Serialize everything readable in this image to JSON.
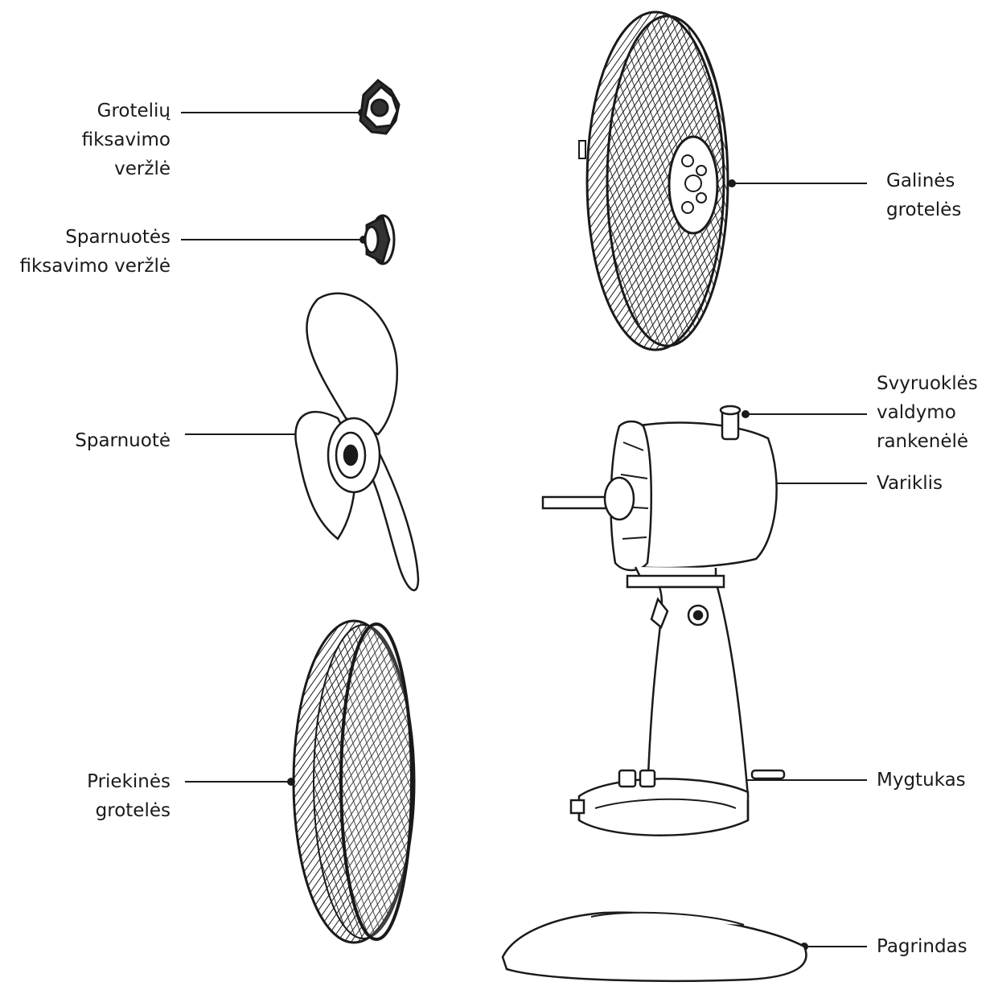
{
  "labels": {
    "grill_nut": [
      "Grotelių",
      "fiksavimo",
      "veržlė"
    ],
    "blade_nut": [
      "Sparnuotės",
      "fiksavimo veržlė"
    ],
    "blade": [
      "Sparnuotė"
    ],
    "front_grill": [
      "Priekinės",
      "grotelės"
    ],
    "rear_grill": [
      "Galinės",
      "grotelės"
    ],
    "oscillation_knob": [
      "Svyruoklės",
      "valdymo",
      "rankenėlė"
    ],
    "motor": [
      "Variklis"
    ],
    "button": [
      "Mygtukas"
    ],
    "base": [
      "Pagrindas"
    ]
  },
  "colors": {
    "stroke": "#1a1a1a",
    "background": "#ffffff"
  }
}
